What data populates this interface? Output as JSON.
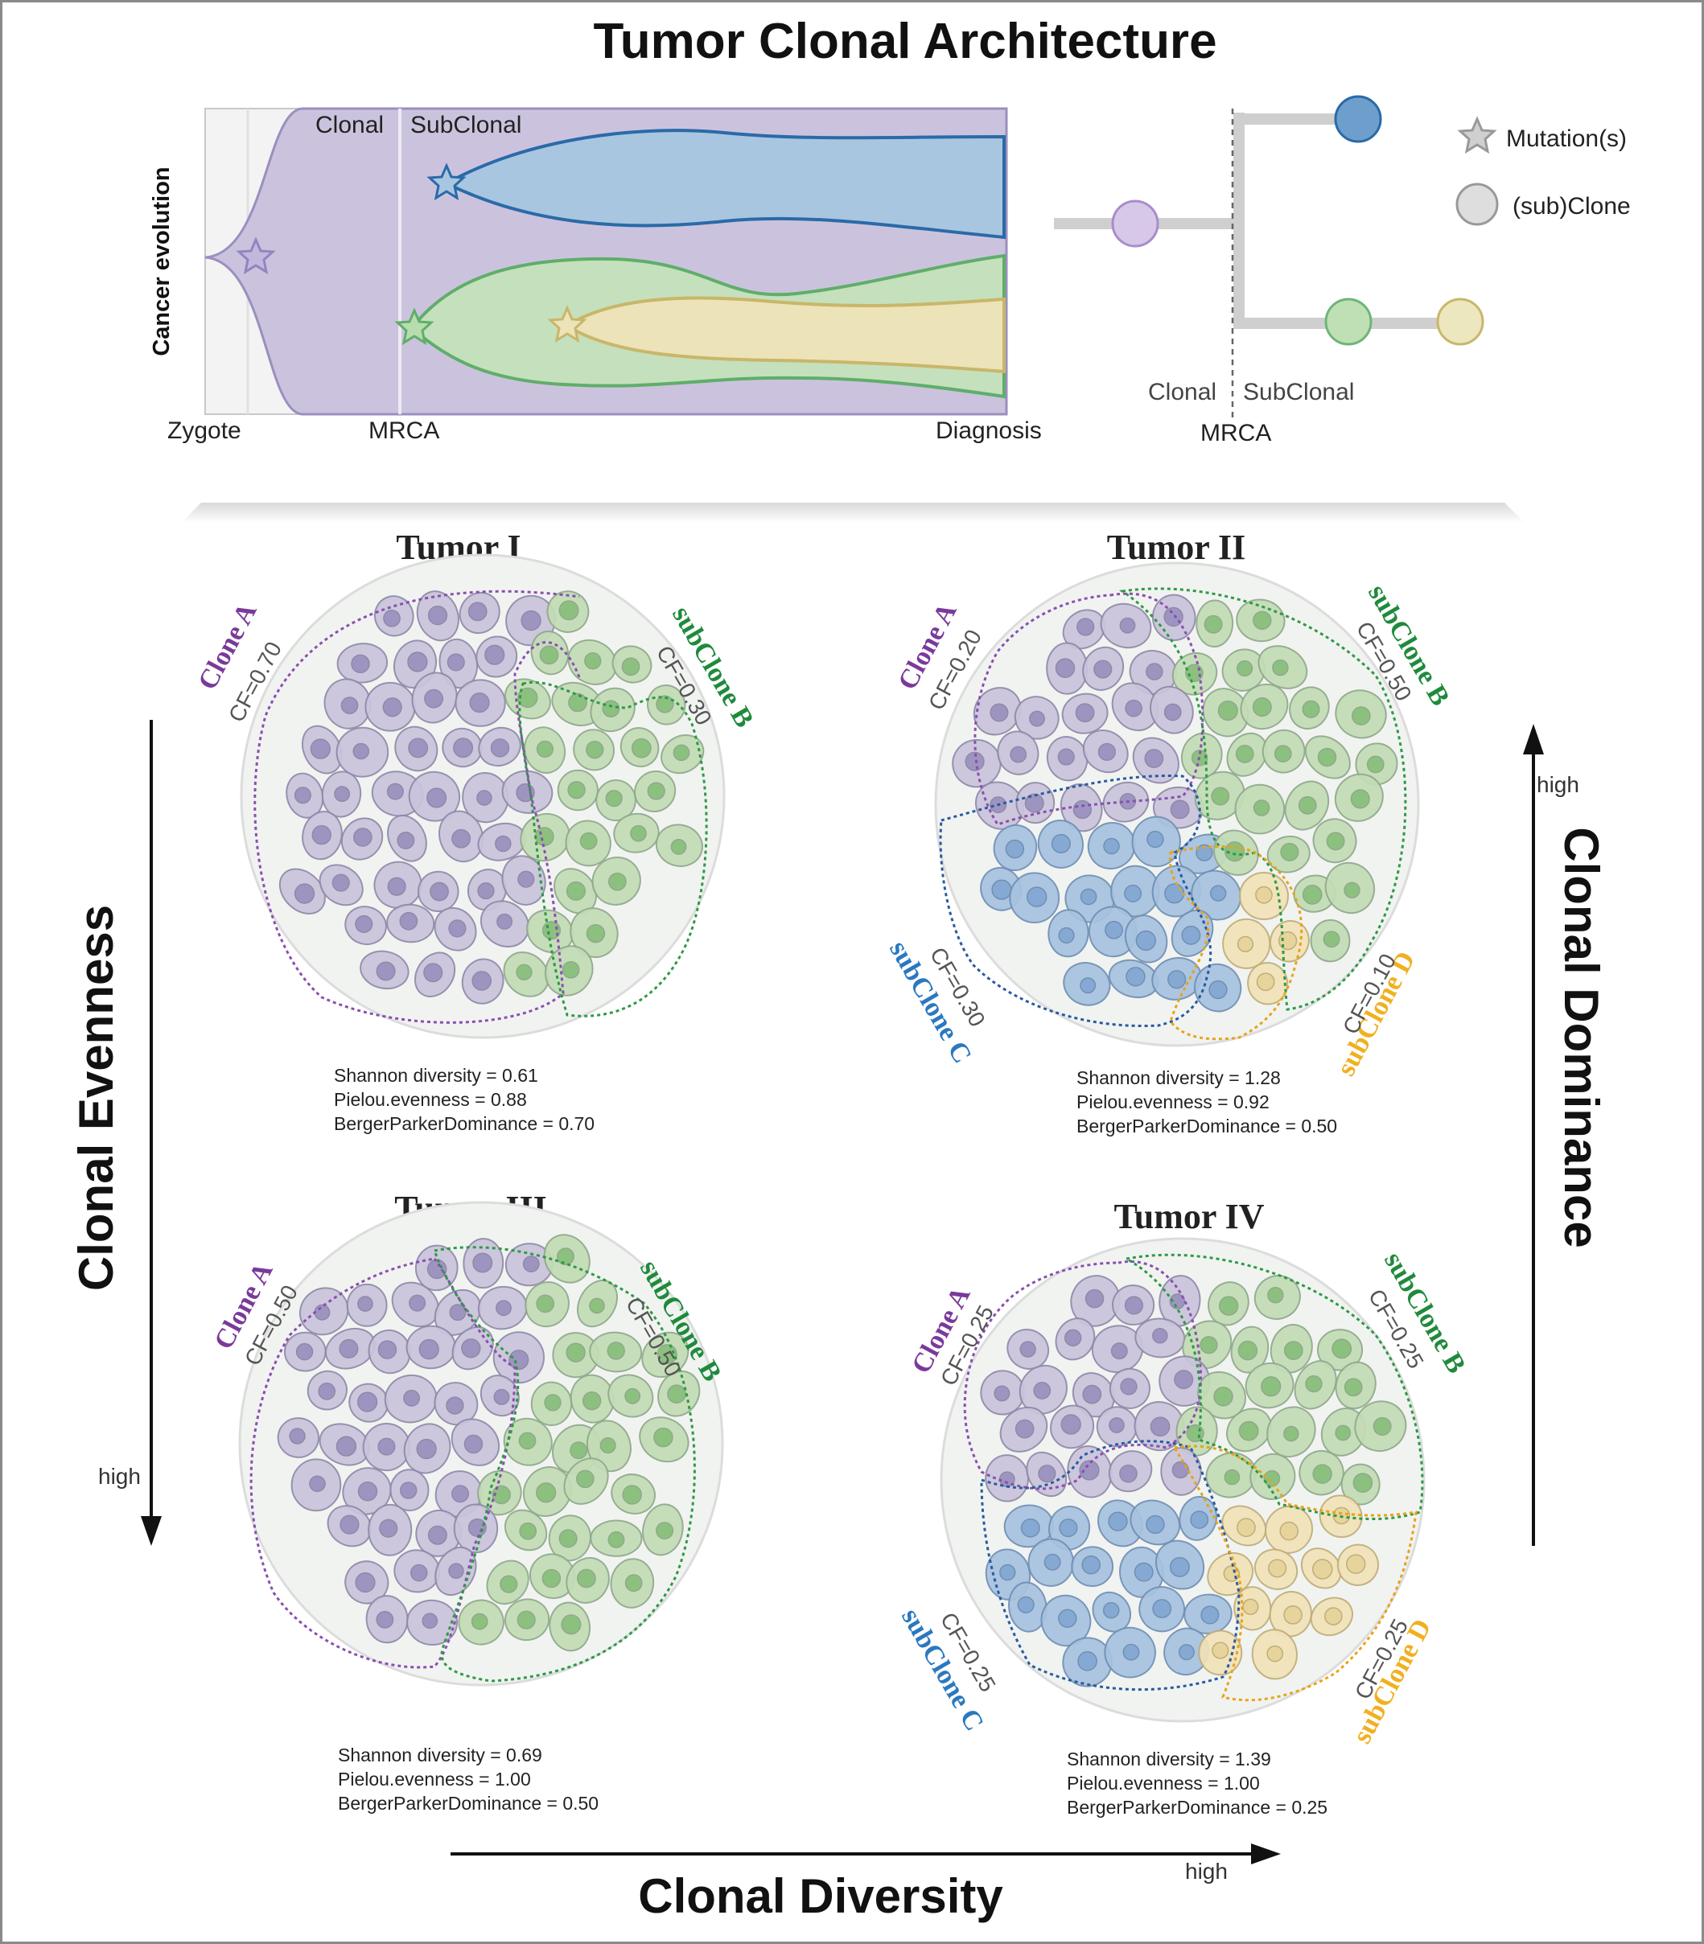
{
  "title": "Tumor Clonal Architecture",
  "evolution": {
    "ylabel": "Cancer evolution",
    "clonal": "Clonal",
    "subclonal": "SubClonal",
    "zygote": "Zygote",
    "mrca": "MRCA",
    "diagnosis": "Diagnosis"
  },
  "tree": {
    "clonal": "Clonal",
    "subclonal": "SubClonal",
    "mrca": "MRCA"
  },
  "legend": {
    "mutation": "Mutation(s)",
    "subclone": "(sub)Clone"
  },
  "axes": {
    "evenness": "Clonal Evenness",
    "dominance": "Clonal Dominance",
    "diversity": "Clonal Diversity",
    "high": "high"
  },
  "colors": {
    "clonal_purple": "#cbc3dd",
    "clone_a_label": "#7a3a9a",
    "clone_b_label": "#1f8a3c",
    "clone_c_label": "#2a78c0",
    "clone_d_label": "#f0b020",
    "blue_clone": "#a9c6e0",
    "green_clone": "#c5e0bc",
    "yellow_clone": "#f3e3b3"
  },
  "tumors": [
    {
      "title": "Tumor I",
      "clones": [
        {
          "name": "Clone A",
          "cf": "CF=0.70"
        },
        {
          "name": "subClone B",
          "cf": "CF=0.30"
        }
      ],
      "stats": [
        "Shannon diversity =  0.61",
        "Pielou.evenness = 0.88",
        "BergerParkerDominance = 0.70"
      ]
    },
    {
      "title": "Tumor II",
      "clones": [
        {
          "name": "Clone A",
          "cf": "CF=0.20"
        },
        {
          "name": "subClone B",
          "cf": "CF=0.50"
        },
        {
          "name": "subClone C",
          "cf": "CF=0.30"
        },
        {
          "name": "subClone D",
          "cf": "CF=0.10"
        }
      ],
      "stats": [
        "Shannon diversity =  1.28",
        "Pielou.evenness = 0.92",
        "BergerParkerDominance = 0.50"
      ]
    },
    {
      "title": "Tumor III",
      "clones": [
        {
          "name": "Clone A",
          "cf": "CF=0.50"
        },
        {
          "name": "subClone B",
          "cf": "CF=0.50"
        }
      ],
      "stats": [
        "Shannon diversity =  0.69",
        "Pielou.evenness = 1.00",
        "BergerParkerDominance = 0.50"
      ]
    },
    {
      "title": "Tumor IV",
      "clones": [
        {
          "name": "Clone A",
          "cf": "CF=0.25"
        },
        {
          "name": "subClone B",
          "cf": "CF=0.25"
        },
        {
          "name": "subClone C",
          "cf": "CF=0.25"
        },
        {
          "name": "subClone D",
          "cf": "CF=0.25"
        }
      ],
      "stats": [
        "Shannon diversity =  1.39",
        "Pielou.evenness = 1.00",
        "BergerParkerDominance = 0.25"
      ]
    }
  ]
}
